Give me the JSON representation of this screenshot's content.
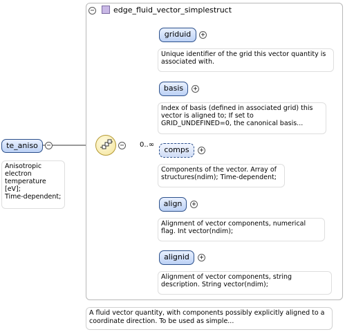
{
  "complex_type": {
    "name": "edge_fluid_vector_simplestruct",
    "documentation": "A fluid vector quantity, with components possibly explicitly aligned to a coordinate direction. To be used as simple..."
  },
  "root_element": {
    "name": "te_aniso",
    "documentation_lines": [
      "Anisotropic",
      "electron",
      "temperature",
      "[eV];",
      "Time-dependent;"
    ]
  },
  "sequence_cardinality": "0..∞",
  "toggle_symbols": {
    "collapse": "−",
    "expand": "+"
  },
  "children": [
    {
      "name": "griduid",
      "documentation_lines": [
        "Unique identifier of the grid this vector quantity is",
        "associated with."
      ]
    },
    {
      "name": "basis",
      "documentation_lines": [
        "Index of basis (defined in associated grid) this",
        "vector is aligned to; If set to",
        "GRID_UNDEFINED=0, the canonical basis..."
      ]
    },
    {
      "name": "comps",
      "documentation_lines": [
        "Components of the vector. Array of",
        "structures(ndim); Time-dependent;"
      ]
    },
    {
      "name": "align",
      "documentation_lines": [
        "Alignment of vector components, numerical",
        "flag. Int vector(ndim);"
      ]
    },
    {
      "name": "alignid",
      "documentation_lines": [
        "Alignment of vector components, string",
        "description. String vector(ndim);"
      ]
    }
  ]
}
